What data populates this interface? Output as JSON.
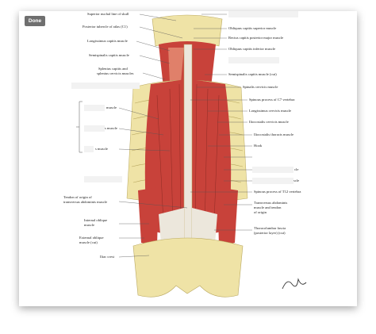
{
  "toolbar": {
    "done_label": "Done"
  },
  "labels": {
    "superior_nuchal": "Superior nuchal line of skull",
    "posterior_tubercle": "Posterior tubercle of atlas (C1)",
    "longissimus_capitis": "Longissimus capitis muscle",
    "semispinalis_capitis": "Semispinalis capitis muscle",
    "splenius_1": "Splenius capitis and",
    "splenius_2": "splenius cervicis muscles",
    "partial_muscle_1": "muscle",
    "partial_muscle_2": "s muscle",
    "partial_muscle_3": "s muscle",
    "tendon_1": "Tendon of origin of",
    "tendon_2": "transversus abdominis muscle",
    "internal_oblique_1": "Internal oblique",
    "internal_oblique_2": "muscle",
    "external_oblique_1": "External oblique",
    "external_oblique_2": "muscle (cut)",
    "iliac_crest": "Iliac crest",
    "obliquus_superior": "Obliquus capitis superior muscle",
    "rectus_major": "Rectus capitis posterior major muscle",
    "obliquus_inferior": "Obliquus capitis inferior muscle",
    "semispinalis_cut": "Semispinalis capitis muscle (cut)",
    "spinalis_cervicis": "Spinalis cervicis muscle",
    "spinous_c7": "Spinous process of C7 vertebra",
    "longissimus_cervicis": "Longissimus cervicis muscle",
    "iliocostalis_cervicis": "Iliocostalis cervicis muscle",
    "iliocostalis_thoracis": "Iliocostalis thoracis muscle",
    "hook": "Hook",
    "partial_cle": "cle",
    "partial_scle": "scle",
    "spinous_t12": "Spinous process of T12 vertebra",
    "transversus_1": "Transversus abdominis",
    "transversus_2": "muscle and tendon",
    "transversus_3": "of origin",
    "thoracolumbar_1": "Thoracolumbar fascia",
    "thoracolumbar_2": "(posterior layer) (cut)"
  },
  "colors": {
    "muscle": "#c8423a",
    "muscle_light": "#e0806a",
    "bone": "#efe3a6",
    "bone_dark": "#cdbd78",
    "tendon": "#ece7dc"
  }
}
